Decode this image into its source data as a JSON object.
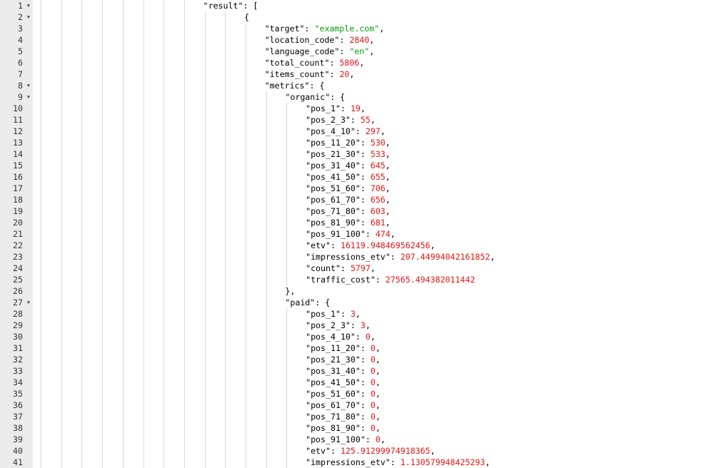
{
  "colors": {
    "gutter": "#ebebeb",
    "number": "#e81313",
    "string": "#0c9a0c",
    "punct": "#000000",
    "guide": "#d9d9d9"
  },
  "icons": {
    "fold": "fold-arrow-icon"
  },
  "lines": [
    {
      "n": "1",
      "fold": true,
      "indent": 8,
      "tokens": [
        {
          "t": "\"result\"",
          "c": "key"
        },
        {
          "t": ": [",
          "c": "p"
        }
      ]
    },
    {
      "n": "2",
      "fold": true,
      "indent": 10,
      "tokens": [
        {
          "t": "{",
          "c": "p"
        }
      ]
    },
    {
      "n": "3",
      "indent": 11,
      "tokens": [
        {
          "t": "\"target\"",
          "c": "key"
        },
        {
          "t": ": ",
          "c": "p"
        },
        {
          "t": "\"example.com\"",
          "c": "str"
        },
        {
          "t": ",",
          "c": "p"
        }
      ]
    },
    {
      "n": "4",
      "indent": 11,
      "tokens": [
        {
          "t": "\"location_code\"",
          "c": "key"
        },
        {
          "t": ": ",
          "c": "p"
        },
        {
          "t": "2840",
          "c": "num"
        },
        {
          "t": ",",
          "c": "p"
        }
      ]
    },
    {
      "n": "5",
      "indent": 11,
      "tokens": [
        {
          "t": "\"language_code\"",
          "c": "key"
        },
        {
          "t": ": ",
          "c": "p"
        },
        {
          "t": "\"en\"",
          "c": "str"
        },
        {
          "t": ",",
          "c": "p"
        }
      ]
    },
    {
      "n": "6",
      "indent": 11,
      "tokens": [
        {
          "t": "\"total_count\"",
          "c": "key"
        },
        {
          "t": ": ",
          "c": "p"
        },
        {
          "t": "5806",
          "c": "num"
        },
        {
          "t": ",",
          "c": "p"
        }
      ]
    },
    {
      "n": "7",
      "indent": 11,
      "tokens": [
        {
          "t": "\"items_count\"",
          "c": "key"
        },
        {
          "t": ": ",
          "c": "p"
        },
        {
          "t": "20",
          "c": "num"
        },
        {
          "t": ",",
          "c": "p"
        }
      ]
    },
    {
      "n": "8",
      "fold": true,
      "indent": 11,
      "tokens": [
        {
          "t": "\"metrics\"",
          "c": "key"
        },
        {
          "t": ": {",
          "c": "p"
        }
      ]
    },
    {
      "n": "9",
      "fold": true,
      "indent": 12,
      "tokens": [
        {
          "t": "\"organic\"",
          "c": "key"
        },
        {
          "t": ": {",
          "c": "p"
        }
      ]
    },
    {
      "n": "10",
      "indent": 13,
      "tokens": [
        {
          "t": "\"pos_1\"",
          "c": "key"
        },
        {
          "t": ": ",
          "c": "p"
        },
        {
          "t": "19",
          "c": "num"
        },
        {
          "t": ",",
          "c": "p"
        }
      ]
    },
    {
      "n": "11",
      "indent": 13,
      "tokens": [
        {
          "t": "\"pos_2_3\"",
          "c": "key"
        },
        {
          "t": ": ",
          "c": "p"
        },
        {
          "t": "55",
          "c": "num"
        },
        {
          "t": ",",
          "c": "p"
        }
      ]
    },
    {
      "n": "12",
      "indent": 13,
      "tokens": [
        {
          "t": "\"pos_4_10\"",
          "c": "key"
        },
        {
          "t": ": ",
          "c": "p"
        },
        {
          "t": "297",
          "c": "num"
        },
        {
          "t": ",",
          "c": "p"
        }
      ]
    },
    {
      "n": "13",
      "indent": 13,
      "tokens": [
        {
          "t": "\"pos_11_20\"",
          "c": "key"
        },
        {
          "t": ": ",
          "c": "p"
        },
        {
          "t": "530",
          "c": "num"
        },
        {
          "t": ",",
          "c": "p"
        }
      ]
    },
    {
      "n": "14",
      "indent": 13,
      "tokens": [
        {
          "t": "\"pos_21_30\"",
          "c": "key"
        },
        {
          "t": ": ",
          "c": "p"
        },
        {
          "t": "533",
          "c": "num"
        },
        {
          "t": ",",
          "c": "p"
        }
      ]
    },
    {
      "n": "15",
      "indent": 13,
      "tokens": [
        {
          "t": "\"pos_31_40\"",
          "c": "key"
        },
        {
          "t": ": ",
          "c": "p"
        },
        {
          "t": "645",
          "c": "num"
        },
        {
          "t": ",",
          "c": "p"
        }
      ]
    },
    {
      "n": "16",
      "indent": 13,
      "tokens": [
        {
          "t": "\"pos_41_50\"",
          "c": "key"
        },
        {
          "t": ": ",
          "c": "p"
        },
        {
          "t": "655",
          "c": "num"
        },
        {
          "t": ",",
          "c": "p"
        }
      ]
    },
    {
      "n": "17",
      "indent": 13,
      "tokens": [
        {
          "t": "\"pos_51_60\"",
          "c": "key"
        },
        {
          "t": ": ",
          "c": "p"
        },
        {
          "t": "706",
          "c": "num"
        },
        {
          "t": ",",
          "c": "p"
        }
      ]
    },
    {
      "n": "18",
      "indent": 13,
      "tokens": [
        {
          "t": "\"pos_61_70\"",
          "c": "key"
        },
        {
          "t": ": ",
          "c": "p"
        },
        {
          "t": "656",
          "c": "num"
        },
        {
          "t": ",",
          "c": "p"
        }
      ]
    },
    {
      "n": "19",
      "indent": 13,
      "tokens": [
        {
          "t": "\"pos_71_80\"",
          "c": "key"
        },
        {
          "t": ": ",
          "c": "p"
        },
        {
          "t": "603",
          "c": "num"
        },
        {
          "t": ",",
          "c": "p"
        }
      ]
    },
    {
      "n": "20",
      "indent": 13,
      "tokens": [
        {
          "t": "\"pos_81_90\"",
          "c": "key"
        },
        {
          "t": ": ",
          "c": "p"
        },
        {
          "t": "681",
          "c": "num"
        },
        {
          "t": ",",
          "c": "p"
        }
      ]
    },
    {
      "n": "21",
      "indent": 13,
      "tokens": [
        {
          "t": "\"pos_91_100\"",
          "c": "key"
        },
        {
          "t": ": ",
          "c": "p"
        },
        {
          "t": "474",
          "c": "num"
        },
        {
          "t": ",",
          "c": "p"
        }
      ]
    },
    {
      "n": "22",
      "indent": 13,
      "tokens": [
        {
          "t": "\"etv\"",
          "c": "key"
        },
        {
          "t": ": ",
          "c": "p"
        },
        {
          "t": "16119.948469562456",
          "c": "num"
        },
        {
          "t": ",",
          "c": "p"
        }
      ]
    },
    {
      "n": "23",
      "indent": 13,
      "tokens": [
        {
          "t": "\"impressions_etv\"",
          "c": "key"
        },
        {
          "t": ": ",
          "c": "p"
        },
        {
          "t": "207.44994042161852",
          "c": "num"
        },
        {
          "t": ",",
          "c": "p"
        }
      ]
    },
    {
      "n": "24",
      "indent": 13,
      "tokens": [
        {
          "t": "\"count\"",
          "c": "key"
        },
        {
          "t": ": ",
          "c": "p"
        },
        {
          "t": "5797",
          "c": "num"
        },
        {
          "t": ",",
          "c": "p"
        }
      ]
    },
    {
      "n": "25",
      "indent": 13,
      "tokens": [
        {
          "t": "\"traffic_cost\"",
          "c": "key"
        },
        {
          "t": ": ",
          "c": "p"
        },
        {
          "t": "27565.494382011442",
          "c": "num"
        }
      ]
    },
    {
      "n": "26",
      "indent": 12,
      "tokens": [
        {
          "t": "},",
          "c": "p"
        }
      ]
    },
    {
      "n": "27",
      "fold": true,
      "indent": 12,
      "tokens": [
        {
          "t": "\"paid\"",
          "c": "key"
        },
        {
          "t": ": {",
          "c": "p"
        }
      ]
    },
    {
      "n": "28",
      "indent": 13,
      "tokens": [
        {
          "t": "\"pos_1\"",
          "c": "key"
        },
        {
          "t": ": ",
          "c": "p"
        },
        {
          "t": "3",
          "c": "num"
        },
        {
          "t": ",",
          "c": "p"
        }
      ]
    },
    {
      "n": "29",
      "indent": 13,
      "tokens": [
        {
          "t": "\"pos_2_3\"",
          "c": "key"
        },
        {
          "t": ": ",
          "c": "p"
        },
        {
          "t": "3",
          "c": "num"
        },
        {
          "t": ",",
          "c": "p"
        }
      ]
    },
    {
      "n": "30",
      "indent": 13,
      "tokens": [
        {
          "t": "\"pos_4_10\"",
          "c": "key"
        },
        {
          "t": ": ",
          "c": "p"
        },
        {
          "t": "0",
          "c": "num"
        },
        {
          "t": ",",
          "c": "p"
        }
      ]
    },
    {
      "n": "31",
      "indent": 13,
      "tokens": [
        {
          "t": "\"pos_11_20\"",
          "c": "key"
        },
        {
          "t": ": ",
          "c": "p"
        },
        {
          "t": "0",
          "c": "num"
        },
        {
          "t": ",",
          "c": "p"
        }
      ]
    },
    {
      "n": "32",
      "indent": 13,
      "tokens": [
        {
          "t": "\"pos_21_30\"",
          "c": "key"
        },
        {
          "t": ": ",
          "c": "p"
        },
        {
          "t": "0",
          "c": "num"
        },
        {
          "t": ",",
          "c": "p"
        }
      ]
    },
    {
      "n": "33",
      "indent": 13,
      "tokens": [
        {
          "t": "\"pos_31_40\"",
          "c": "key"
        },
        {
          "t": ": ",
          "c": "p"
        },
        {
          "t": "0",
          "c": "num"
        },
        {
          "t": ",",
          "c": "p"
        }
      ]
    },
    {
      "n": "34",
      "indent": 13,
      "tokens": [
        {
          "t": "\"pos_41_50\"",
          "c": "key"
        },
        {
          "t": ": ",
          "c": "p"
        },
        {
          "t": "0",
          "c": "num"
        },
        {
          "t": ",",
          "c": "p"
        }
      ]
    },
    {
      "n": "35",
      "indent": 13,
      "tokens": [
        {
          "t": "\"pos_51_60\"",
          "c": "key"
        },
        {
          "t": ": ",
          "c": "p"
        },
        {
          "t": "0",
          "c": "num"
        },
        {
          "t": ",",
          "c": "p"
        }
      ]
    },
    {
      "n": "36",
      "indent": 13,
      "tokens": [
        {
          "t": "\"pos_61_70\"",
          "c": "key"
        },
        {
          "t": ": ",
          "c": "p"
        },
        {
          "t": "0",
          "c": "num"
        },
        {
          "t": ",",
          "c": "p"
        }
      ]
    },
    {
      "n": "37",
      "indent": 13,
      "tokens": [
        {
          "t": "\"pos_71_80\"",
          "c": "key"
        },
        {
          "t": ": ",
          "c": "p"
        },
        {
          "t": "0",
          "c": "num"
        },
        {
          "t": ",",
          "c": "p"
        }
      ]
    },
    {
      "n": "38",
      "indent": 13,
      "tokens": [
        {
          "t": "\"pos_81_90\"",
          "c": "key"
        },
        {
          "t": ": ",
          "c": "p"
        },
        {
          "t": "0",
          "c": "num"
        },
        {
          "t": ",",
          "c": "p"
        }
      ]
    },
    {
      "n": "39",
      "indent": 13,
      "tokens": [
        {
          "t": "\"pos_91_100\"",
          "c": "key"
        },
        {
          "t": ": ",
          "c": "p"
        },
        {
          "t": "0",
          "c": "num"
        },
        {
          "t": ",",
          "c": "p"
        }
      ]
    },
    {
      "n": "40",
      "indent": 13,
      "tokens": [
        {
          "t": "\"etv\"",
          "c": "key"
        },
        {
          "t": ": ",
          "c": "p"
        },
        {
          "t": "125.91299974918365",
          "c": "num"
        },
        {
          "t": ",",
          "c": "p"
        }
      ]
    },
    {
      "n": "41",
      "indent": 13,
      "tokens": [
        {
          "t": "\"impressions_etv\"",
          "c": "key"
        },
        {
          "t": ": ",
          "c": "p"
        },
        {
          "t": "1.130579948425293",
          "c": "num"
        },
        {
          "t": ",",
          "c": "p"
        }
      ]
    }
  ]
}
